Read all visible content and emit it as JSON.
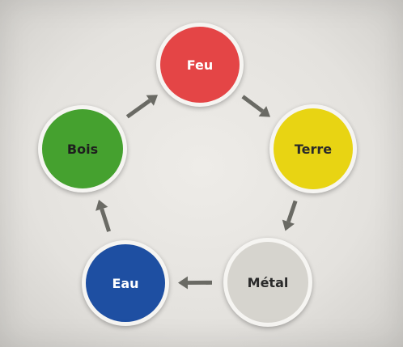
{
  "elements": [
    {
      "id": "feu",
      "label": "Feu",
      "color": "#e44546",
      "text_color": "#ffffff"
    },
    {
      "id": "terre",
      "label": "Terre",
      "color": "#e8d413",
      "text_color": "#2a2a2a"
    },
    {
      "id": "metal",
      "label": "Métal",
      "color": "#d6d4ce",
      "text_color": "#2a2a2a"
    },
    {
      "id": "eau",
      "label": "Eau",
      "color": "#1e4fa2",
      "text_color": "#ffffff"
    },
    {
      "id": "bois",
      "label": "Bois",
      "color": "#45a12f",
      "text_color": "#1e1e1e"
    }
  ],
  "cycle": [
    {
      "from": "feu",
      "to": "terre"
    },
    {
      "from": "terre",
      "to": "metal"
    },
    {
      "from": "metal",
      "to": "eau"
    },
    {
      "from": "eau",
      "to": "bois"
    },
    {
      "from": "bois",
      "to": "feu"
    }
  ],
  "arrow_color": "#6a6a64",
  "background_color": "#e6e4e0"
}
